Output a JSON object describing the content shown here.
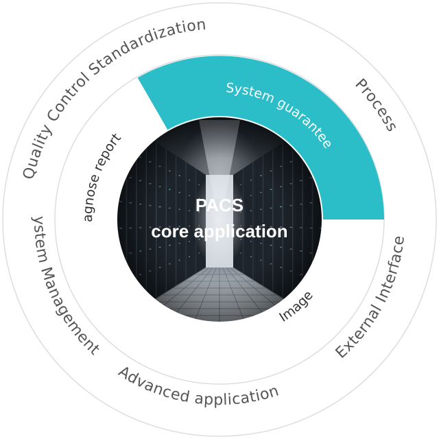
{
  "core": {
    "line1": "PACS",
    "line2": "core application"
  },
  "outer_ring": {
    "standardization": "Standardization",
    "process": "Process",
    "external_interface": "External Interface",
    "advanced_application": "Advanced application",
    "system_management": "System Management",
    "quality_control": "Quality Control"
  },
  "inner_ring": {
    "system_guarantee": "System guarantee",
    "image": "Image",
    "diagnose_report": "Diagnose report"
  },
  "colors": {
    "highlight": "#2bbdc8",
    "ring_border": "#dddddd",
    "background": "#ffffff"
  },
  "icons": {
    "core_image": "server-room-corridor"
  }
}
